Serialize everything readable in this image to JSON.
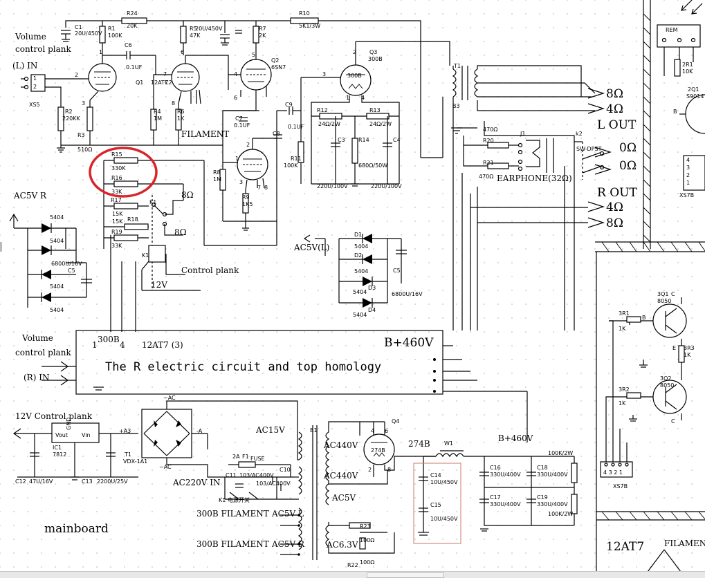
{
  "header": {
    "volume_control_l": [
      "Volume",
      "control plank"
    ],
    "l_in": "(L) IN",
    "xs5": "XS5",
    "ac5v_r": "AC5V R",
    "l_out": "L OUT",
    "r_out": "R OUT",
    "ohm8": "8Ω",
    "ohm4": "4Ω",
    "ohm0": "0Ω",
    "earphone": "EARPHONE(32Ω)",
    "sw_dpst": "SW-DPST",
    "k2": "k2",
    "j1": "J1",
    "rem": "REM",
    "xs7b": "XS7B",
    "filament": "FILAMENT",
    "ac5v_l": "AC5V(L)",
    "control_plank": "Control plank",
    "v12": "12V",
    "b460": "B+460V",
    "volume_control_r": [
      "Volume",
      "control plank"
    ],
    "r_in": "(R) IN",
    "homology": "The R electric circuit and top homology",
    "tubes_row": [
      "1",
      "300B",
      "4",
      "12AT7 (3)"
    ],
    "v12_control": "12V Control plank",
    "mainboard": "mainboard",
    "ac15v": "AC15V",
    "ac220v": "AC220V IN",
    "fil_300b_l": "300B FILAMENT",
    "fil_300b_r": "300B FILAMENT",
    "ac5v_l2": "AC5V L",
    "ac5v_r2": "AC5V R",
    "ac440v_a": "AC440V",
    "ac440v_b": "AC440V",
    "ac5v_mid": "AC5V",
    "ac63v": "AC6.3V",
    "b274": "274B",
    "b460_2": "B+460V",
    "fuse": "FUSE",
    "twelve_at7": "12AT7",
    "filamen_r": "FILAMEN",
    "k1_switch": "K1 电源开关",
    "pin_nums": "4 3 2 1"
  },
  "components": {
    "c1": [
      "C1",
      "20U/450V"
    ],
    "r24": [
      "R24",
      "20K"
    ],
    "r1": [
      "R1",
      "100K"
    ],
    "c6": [
      "C6",
      "0.1UF"
    ],
    "r2": [
      "R2",
      "220KK"
    ],
    "r3": [
      "R3",
      "510Ω"
    ],
    "q1": "Q1",
    "at7": "12AT7",
    "c2": "C2",
    "r4": [
      "R4",
      "1M"
    ],
    "r6": [
      "R6",
      "1K"
    ],
    "r5": [
      "R5",
      "47K"
    ],
    "c20": "20U/450V",
    "r7": [
      "R7",
      "2K"
    ],
    "q2": [
      "Q2",
      "6SN7"
    ],
    "r10": [
      "R10",
      "5K1/3W"
    ],
    "c7": [
      "C7",
      "0.1UF"
    ],
    "c9": [
      "C9",
      "0.1UF"
    ],
    "c8": "C8",
    "r8": [
      "R8",
      "1M"
    ],
    "r9": [
      "R9",
      "1K5"
    ],
    "r11": [
      "R11",
      "100K"
    ],
    "q3": [
      "Q3",
      "300B"
    ],
    "r12": [
      "R12",
      "24Ω/2W"
    ],
    "r13": [
      "R13",
      "24Ω/2W"
    ],
    "c3": "C3",
    "r14": [
      "R14",
      "680Ω/50W"
    ],
    "c4": "C4",
    "c3v": "220U/100V",
    "c4v": "220U/100V",
    "t1": "T1",
    "b3": "B3",
    "r20": [
      "R20",
      "470Ω"
    ],
    "r21": [
      "R21",
      "470Ω"
    ],
    "r15": [
      "R15",
      "330K"
    ],
    "r16": [
      "R16",
      "33K"
    ],
    "r17": [
      "R17",
      "15K"
    ],
    "r18": [
      "R18",
      "15K"
    ],
    "r19": [
      "R19",
      "33K"
    ],
    "k1": "K1",
    "k1b": "K1",
    "d": [
      "5404",
      "5404",
      "5404",
      "5404"
    ],
    "c5": [
      "C5",
      "6800U/16V"
    ],
    "d1": "D1",
    "d2": "D2",
    "d3": "D3",
    "d4": "D4",
    "c5b": [
      "C5",
      "6800U/16V"
    ],
    "ic1": [
      "IC1",
      "7812"
    ],
    "gnd": "GND",
    "vout": "Vout",
    "vin": "Vin",
    "c12": "C12",
    "c12v": "47U/16V",
    "c13": "C13",
    "c13v": "2200U/25V",
    "t1b": [
      "T1",
      "VDX-1A1"
    ],
    "plus_a3": "+A3",
    "minus_a": "-A",
    "f1": [
      "2A",
      "F1"
    ],
    "c11": [
      "C11",
      "103/AC400V"
    ],
    "c10": [
      "C10",
      "103/AC400V"
    ],
    "b1": "B1",
    "q4": "Q4",
    "w1": "W1",
    "c14": [
      "C14",
      "10U/450V"
    ],
    "c15": [
      "C15",
      "10U/450V"
    ],
    "c16": [
      "C16",
      "330U/400V"
    ],
    "c18": [
      "C18",
      "330U/400V"
    ],
    "c17": [
      "C17",
      "330U/400V"
    ],
    "c19": [
      "C19",
      "330U/400V"
    ],
    "r100k": [
      "100K/2W",
      "100K/2W"
    ],
    "r23": [
      "R23",
      "100Ω"
    ],
    "r22": [
      "R22",
      "100Ω"
    ],
    "r2_1": [
      "2R1",
      "10K"
    ],
    "q2_1": [
      "2Q1",
      "S9014"
    ],
    "b_pin": "B",
    "q3_1": [
      "3Q1",
      "8050",
      "C"
    ],
    "r3_1": [
      "3R1",
      "1K",
      "B"
    ],
    "r3_3": [
      "3R3",
      "1K"
    ],
    "r3_2": [
      "3R2",
      "1K"
    ],
    "q3_2": [
      "3Q2",
      "8050"
    ],
    "e_pin": "E",
    "c_pin": "C"
  },
  "colors": {
    "annotation": "#d9242b",
    "highlight_box": "#c87a6a",
    "grid_dot": "#cfcfcf"
  }
}
